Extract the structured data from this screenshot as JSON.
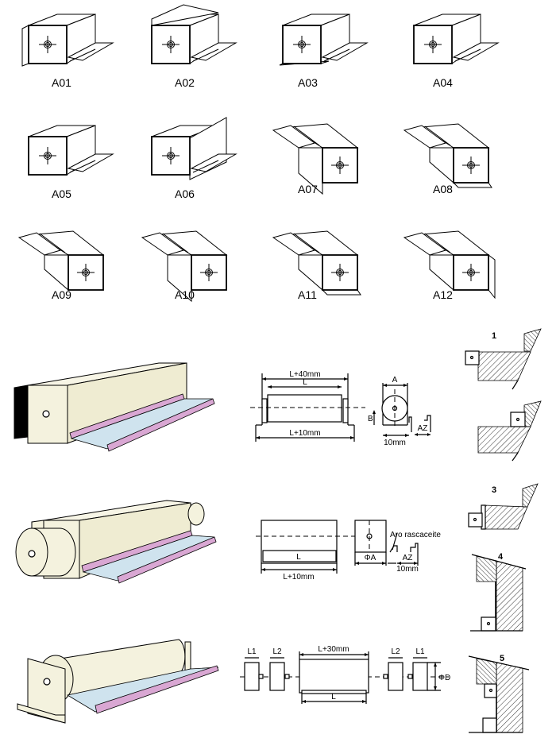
{
  "models": [
    {
      "code": "A01",
      "row": 0,
      "col": 0,
      "variant": "side-flange-left"
    },
    {
      "code": "A02",
      "row": 0,
      "col": 1,
      "variant": "top-flange"
    },
    {
      "code": "A03",
      "row": 0,
      "col": 2,
      "variant": "back-flange-bottom"
    },
    {
      "code": "A04",
      "row": 0,
      "col": 3,
      "variant": "back-flange"
    },
    {
      "code": "A05",
      "row": 1,
      "col": 0,
      "variant": "plain"
    },
    {
      "code": "A06",
      "row": 1,
      "col": 1,
      "variant": "tall-side-plate"
    },
    {
      "code": "A07",
      "row": 1,
      "col": 2,
      "variant": "reversed-side-plate"
    },
    {
      "code": "A08",
      "row": 1,
      "col": 3,
      "variant": "reversed-bottom-flange"
    },
    {
      "code": "A09",
      "row": 2,
      "col": 0,
      "variant": "reversed-plain"
    },
    {
      "code": "A10",
      "row": 2,
      "col": 1,
      "variant": "reversed-tall-plate"
    },
    {
      "code": "A11",
      "row": 2,
      "col": 2,
      "variant": "reversed-bottom-plate"
    },
    {
      "code": "A12",
      "row": 2,
      "col": 3,
      "variant": "reversed-right-plate"
    }
  ],
  "colors": {
    "box_fill": "#f4f2de",
    "tray_pink": "#d9a7d3",
    "tray_blue": "#cfe3ee",
    "line": "#000000",
    "hatch": "#000000"
  },
  "schematics": {
    "square": {
      "top_dim": "L+40mm",
      "inner_dim": "L",
      "bottom_dim": "L+10mm",
      "side_width": "A",
      "side_height": "B",
      "side_offset": "AZ",
      "side_base": "10mm"
    },
    "round_sleeve": {
      "length_dim": "L",
      "bottom_dim": "L+10mm",
      "diameter": "ΦA",
      "ring_label": "Aro rascaceite",
      "offset": "AZ",
      "base": "10mm"
    },
    "roller": {
      "end_left_1": "L1",
      "end_left_2": "L2",
      "top_dim": "L+30mm",
      "bottom_dim": "L",
      "end_right_2": "L2",
      "end_right_1": "L1",
      "diameter": "ΦD"
    }
  },
  "installations": [
    {
      "number": "1"
    },
    {
      "number": ""
    },
    {
      "number": "3"
    },
    {
      "number": "4"
    },
    {
      "number": "5"
    }
  ]
}
